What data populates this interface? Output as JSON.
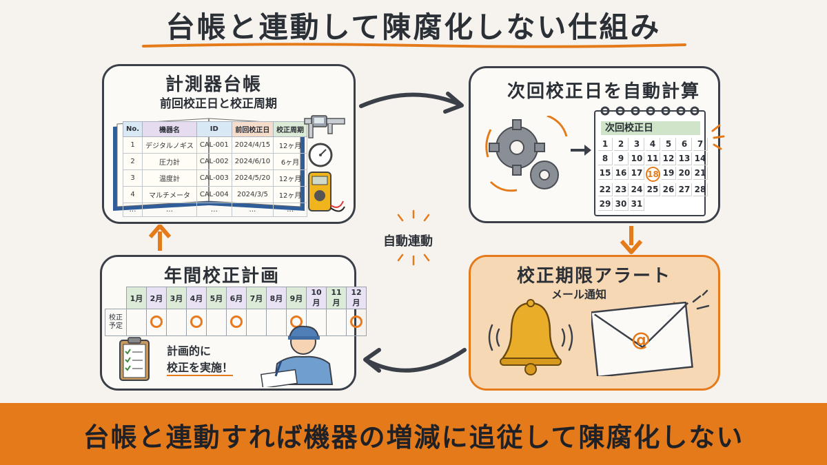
{
  "title": "台帳と連動して陳腐化しない仕組み",
  "ledger": {
    "title": "計測器台帳",
    "subtitle": "前回校正日と校正周期",
    "headers": [
      "No.",
      "機器名",
      "ID",
      "前回校正日",
      "校正周期"
    ],
    "rows": [
      [
        "1",
        "デジタルノギス",
        "CAL-001",
        "2024/4/15",
        "12ヶ月"
      ],
      [
        "2",
        "圧力計",
        "CAL-002",
        "2024/6/10",
        "6ヶ月"
      ],
      [
        "3",
        "温度計",
        "CAL-003",
        "2024/5/20",
        "12ヶ月"
      ],
      [
        "4",
        "マルチメータ",
        "CAL-004",
        "2024/3/5",
        "12ヶ月"
      ],
      [
        "…",
        "…",
        "…",
        "…",
        "…"
      ]
    ]
  },
  "next": {
    "title": "次回校正日を自動計算",
    "calendar_label": "次回校正日",
    "calendar_days": [
      "1",
      "2",
      "3",
      "4",
      "5",
      "6",
      "7",
      "8",
      "9",
      "10",
      "11",
      "12",
      "13",
      "14",
      "15",
      "16",
      "17",
      "18",
      "19",
      "20",
      "21",
      "22",
      "23",
      "24",
      "25",
      "26",
      "27",
      "28",
      "29",
      "30",
      "31"
    ],
    "highlight_day": "18"
  },
  "center_label": "自動連動",
  "alert": {
    "title": "校正期限アラート",
    "subtitle": "メール通知",
    "mail_symbol": "@"
  },
  "annual": {
    "title": "年間校正計画",
    "months": [
      "1月",
      "2月",
      "3月",
      "4月",
      "5月",
      "6月",
      "7月",
      "8月",
      "9月",
      "10月",
      "11月",
      "12月"
    ],
    "row_label": "校正予定",
    "scheduled_months": [
      2,
      4,
      6,
      9,
      12
    ],
    "note_line1": "計画的に",
    "note_line2": "校正を実施！"
  },
  "footer": "台帳と連動すれば機器の増減に追従して陳腐化しない",
  "colors": {
    "accent": "#e57a1b",
    "ink": "#2b2f36",
    "alert_bg": "#f7d8b4"
  }
}
